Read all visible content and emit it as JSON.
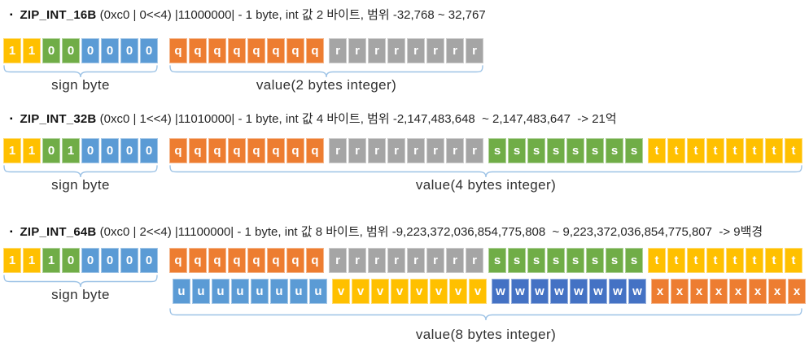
{
  "page": {
    "background": "#ffffff"
  },
  "colors": {
    "gold": "#FFC000",
    "green": "#70AD47",
    "blue": "#5B9BD5",
    "orange": "#ED7D31",
    "gray": "#A5A5A5",
    "darkblue": "#4472C4",
    "brace": "#9DC3E6",
    "cell_text": "#FFFFFF",
    "label_text": "#303030"
  },
  "bits_per_group": 8,
  "sign_bit_colors": [
    "gold",
    "gold",
    "green",
    "green",
    "blue",
    "blue",
    "blue",
    "blue"
  ],
  "sections": [
    {
      "bullet": "▪",
      "name": "ZIP_INT_16B",
      "desc": " (0xc0 | 0<<4) |11000000| - 1 byte, int 값 2 바이트, 범위 -32,768 ~ 32,767",
      "sign_bits": [
        "1",
        "1",
        "0",
        "0",
        "0",
        "0",
        "0",
        "0"
      ],
      "rows": [
        [
          {
            "letter": "q",
            "color": "orange"
          },
          {
            "letter": "r",
            "color": "gray"
          }
        ]
      ],
      "sign_label": "sign byte",
      "value_label": "value(2 bytes integer)"
    },
    {
      "bullet": "▪",
      "name": "ZIP_INT_32B",
      "desc": " (0xc0 | 1<<4) |11010000| - 1 byte, int 값 4 바이트, 범위 -2,147,483,648  ~ 2,147,483,647  -> 21억",
      "sign_bits": [
        "1",
        "1",
        "0",
        "1",
        "0",
        "0",
        "0",
        "0"
      ],
      "rows": [
        [
          {
            "letter": "q",
            "color": "orange"
          },
          {
            "letter": "r",
            "color": "gray"
          },
          {
            "letter": "s",
            "color": "green"
          },
          {
            "letter": "t",
            "color": "gold"
          }
        ]
      ],
      "sign_label": "sign byte",
      "value_label": "value(4 bytes integer)"
    },
    {
      "bullet": "▪",
      "name": "ZIP_INT_64B",
      "desc": " (0xc0 | 2<<4) |11100000| - 1 byte, int 값 8 바이트, 범위 -9,223,372,036,854,775,808  ~ 9,223,372,036,854,775,807  -> 9백경",
      "sign_bits": [
        "1",
        "1",
        "1",
        "0",
        "0",
        "0",
        "0",
        "0"
      ],
      "rows": [
        [
          {
            "letter": "q",
            "color": "orange"
          },
          {
            "letter": "r",
            "color": "gray"
          },
          {
            "letter": "s",
            "color": "green"
          },
          {
            "letter": "t",
            "color": "gold"
          }
        ],
        [
          {
            "letter": "u",
            "color": "blue"
          },
          {
            "letter": "v",
            "color": "gold"
          },
          {
            "letter": "w",
            "color": "darkblue"
          },
          {
            "letter": "x",
            "color": "orange"
          }
        ]
      ],
      "sign_label": "sign byte",
      "value_label": "value(8 bytes integer)"
    }
  ]
}
